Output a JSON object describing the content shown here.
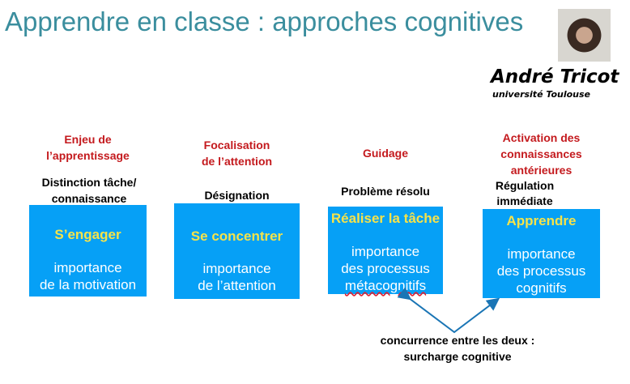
{
  "title": "Apprendre en classe : approches cognitives",
  "author": {
    "name": "André Tricot",
    "affiliation": "université Toulouse"
  },
  "columns": [
    {
      "heading": "Enjeu de\nl’apprentissage",
      "note": "Distinction tâche/\nconnaissance",
      "box_title": "S’engager",
      "box_text": "importance\nde la motivation"
    },
    {
      "heading": "Focalisation\nde l’attention",
      "note": "Désignation",
      "box_title": "Se concentrer",
      "box_text": "importance\nde l’attention"
    },
    {
      "heading": "Guidage",
      "note": "Problème résolu",
      "box_title": "Réaliser la tâche",
      "box_text": "importance\ndes processus\nmétacognitifs"
    },
    {
      "heading": "Activation des\nconnaissances\nantérieures",
      "note": "Régulation\nimmédiate",
      "box_title": "Apprendre",
      "box_text": "importance\ndes processus\ncognitifs"
    }
  ],
  "footnote": "concurrence entre les deux :\nsurcharge cognitive",
  "colors": {
    "title": "#3b8e9e",
    "heading": "#c41a1e",
    "box": "#06a0f6",
    "box_title": "#f6e34a",
    "arrow": "#1a75b5"
  }
}
